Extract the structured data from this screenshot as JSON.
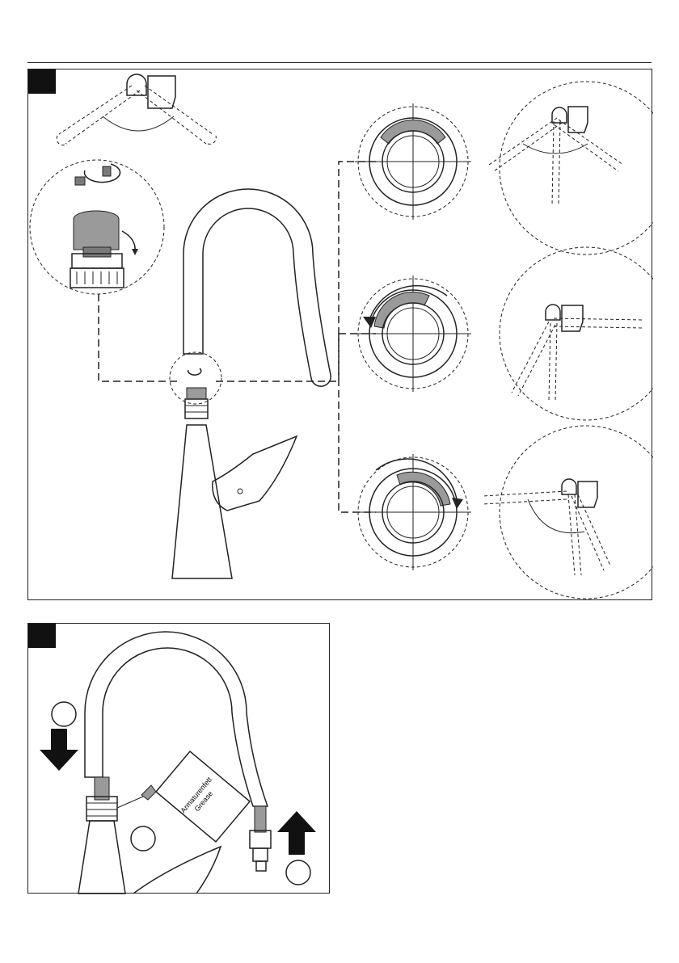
{
  "figure": {
    "panels": [
      {
        "id": "step-1"
      },
      {
        "id": "step-2",
        "grease_label_line1": "Armaturenfett",
        "grease_label_line2": "Grease"
      }
    ]
  },
  "colors": {
    "ink": "#222222",
    "dial_fill": "#9a9a9a",
    "dark_part": "#7a7a7a",
    "badge": "#111111"
  }
}
